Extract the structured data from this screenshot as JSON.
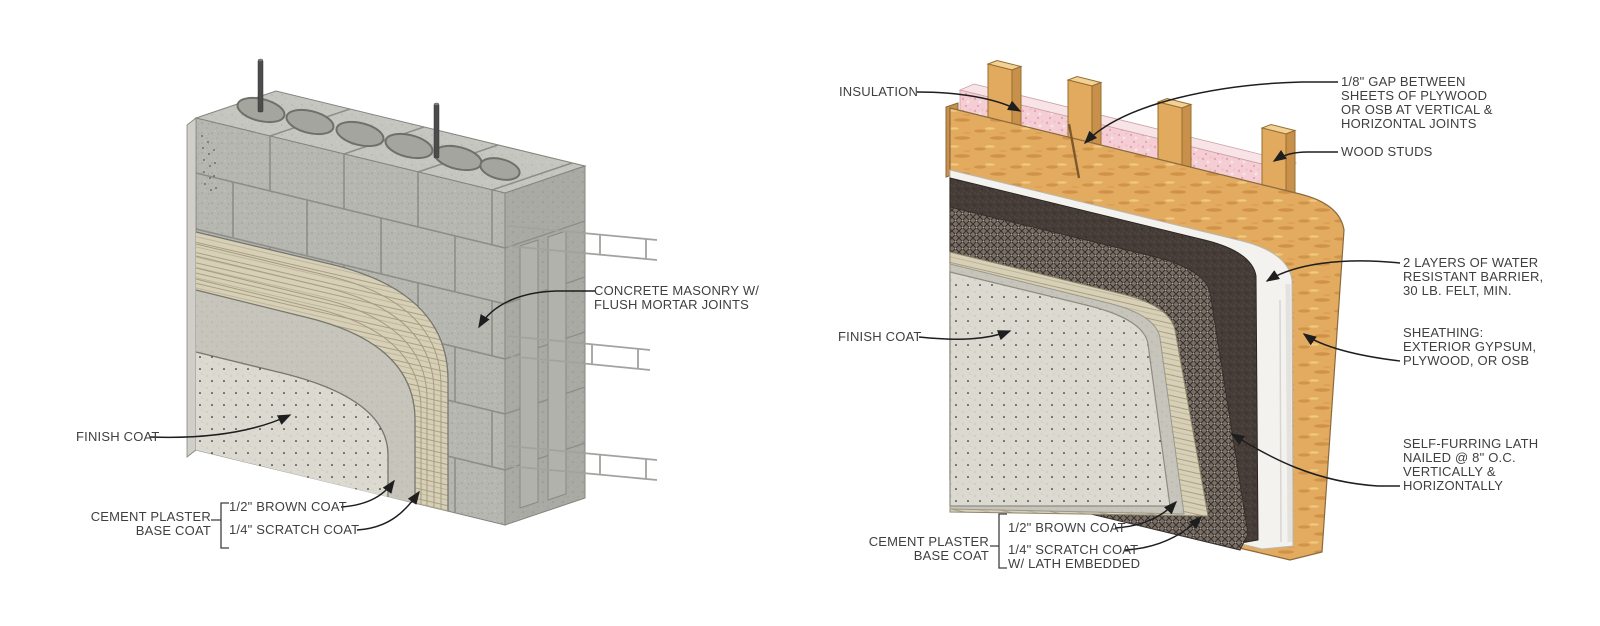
{
  "diagram": {
    "type": "architectural-detail",
    "subject": "Cement plaster (stucco) wall assembly details"
  },
  "left_section": {
    "name": "stucco-over-concrete-masonry",
    "labels": {
      "masonry": "CONCRETE MASONRY W/\nFLUSH MORTAR JOINTS",
      "finish_coat": "FINISH COAT",
      "base_coat_group": "CEMENT PLASTER\nBASE COAT",
      "brown_coat": "1/2\" BROWN COAT",
      "scratch_coat": "1/4\" SCRATCH COAT"
    }
  },
  "right_section": {
    "name": "stucco-over-wood-framing",
    "labels": {
      "insulation": "INSULATION",
      "plywood_gap": "1/8\" GAP BETWEEN\nSHEETS OF PLYWOOD\nOR OSB AT VERTICAL &\nHORIZONTAL JOINTS",
      "wood_studs": "WOOD STUDS",
      "water_barrier": "2 LAYERS OF WATER\nRESISTANT BARRIER,\n30 LB. FELT, MIN.",
      "finish_coat": "FINISH COAT",
      "sheathing": "SHEATHING:\nEXTERIOR GYPSUM,\nPLYWOOD, OR OSB",
      "lath": "SELF-FURRING LATH\nNAILED @ 8\" O.C.\nVERTICALLY &\nHORIZONTALLY",
      "base_coat_group": "CEMENT PLASTER\nBASE COAT",
      "brown_coat": "1/2\" BROWN COAT",
      "scratch_coat": "1/4\" SCRATCH COAT\nW/ LATH EMBEDDED"
    }
  },
  "colors": {
    "text": "#3f3f3f",
    "leader_line": "#1e1e1e",
    "concrete": "#b7b7b2",
    "stucco_finish": "#dbd9d0",
    "scratch_coat": "#d7d0b7",
    "brown_coat": "#c7c5bb",
    "wood": "#e2ab60",
    "insulation_pink": "#f4ced4",
    "felt_dark": "#463c37",
    "lath_gray": "#7a7068",
    "barrier_white": "#f3f2ef"
  }
}
